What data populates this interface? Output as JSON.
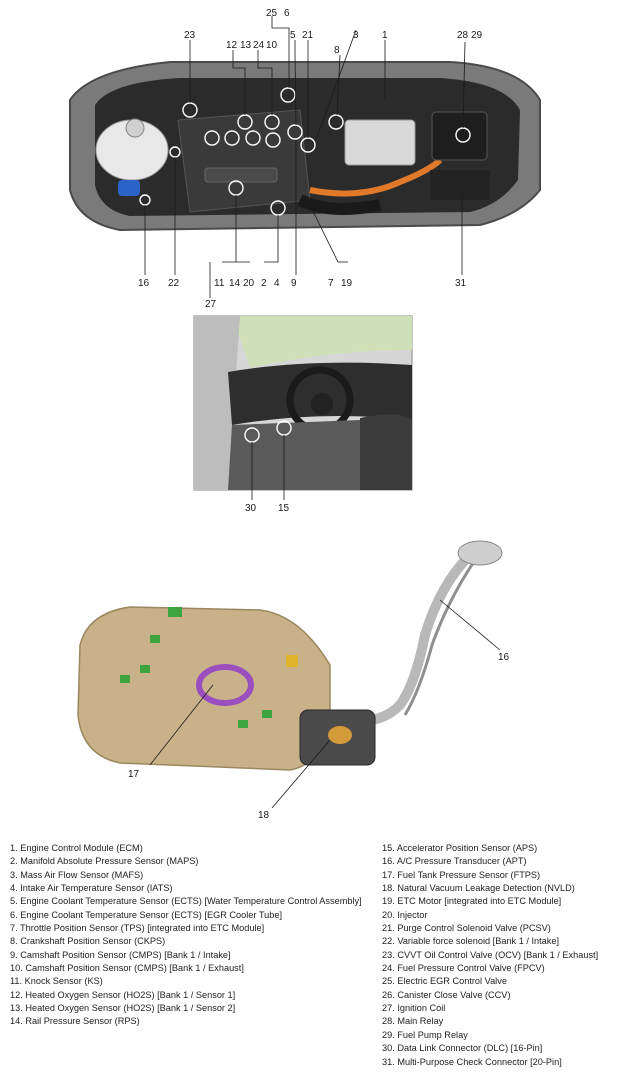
{
  "engine_callouts": {
    "c25": "25",
    "c6": "6",
    "c23": "23",
    "c12": "12",
    "c13": "13",
    "c24": "24",
    "c10": "10",
    "c5": "5",
    "c21": "21",
    "c3": "3",
    "c1": "1",
    "c8": "8",
    "c28": "28",
    "c29": "29",
    "c16": "16",
    "c22": "22",
    "c11": "11",
    "c14": "14",
    "c20": "20",
    "c2": "2",
    "c4": "4",
    "c9": "9",
    "c7": "7",
    "c19": "19",
    "c31": "31",
    "c27": "27"
  },
  "interior_callouts": {
    "c30": "30",
    "c15": "15"
  },
  "tank_callouts": {
    "c16": "16",
    "c17": "17",
    "c18": "18"
  },
  "legend_left": [
    "1. Engine Control Module (ECM)",
    "2. Manifold Absolute Pressure Sensor (MAPS)",
    "3. Mass Air Flow Sensor (MAFS)",
    "4. Intake Air Temperature Sensor (IATS)",
    "5. Engine Coolant Temperature Sensor (ECTS) [Water Temperature Control Assembly]",
    "6. Engine Coolant Temperature Sensor (ECTS) [EGR Cooler Tube]",
    "7. Throttle Position Sensor (TPS) [integrated into ETC Module]",
    "8. Crankshaft Position Sensor (CKPS)",
    "9. Camshaft Position Sensor (CMPS) [Bank 1 / Intake]",
    "10. Camshaft Position Sensor (CMPS) [Bank 1 / Exhaust]",
    "11. Knock Sensor (KS)",
    "12. Heated Oxygen Sensor (HO2S) [Bank 1 / Sensor 1]",
    "13. Heated Oxygen Sensor (HO2S) [Bank 1 / Sensor 2]",
    "14. Rail Pressure Sensor (RPS)"
  ],
  "legend_right": [
    "15. Accelerator Position Sensor (APS)",
    "16. A/C Pressure Transducer (APT)",
    "17. Fuel Tank Pressure Sensor (FTPS)",
    "18. Natural Vacuum Leakage Detection (NVLD)",
    "19. ETC Motor [integrated into ETC Module]",
    "20. Injector",
    "21. Purge Control Solenoid Valve (PCSV)",
    "22. Variable force solenoid [Bank 1 / Intake]",
    "23. CVVT Oil Control Valve (OCV) [Bank 1 / Exhaust]",
    "24. Fuel Pressure Control Valve (FPCV)",
    "25. Electric EGR Control Valve",
    "26. Canister Close Valve (CCV)",
    "27. Ignition Coil",
    "28. Main Relay",
    "29. Fuel Pump Relay",
    "30. Data Link Connector (DLC) [16-Pin]",
    "31. Multi-Purpose Check Connector [20-Pin]"
  ],
  "colors": {
    "engine_bay_dark": "#2b2b2b",
    "engine_cover": "#3a3a3a",
    "hood_frame": "#6b6b6b",
    "orange_cable": "#e07a2a",
    "coolant_reservoir": "#e8e8e8",
    "tank_body": "#c9b28a",
    "green_connector": "#3fa33f",
    "purple_ring": "#9b4fbf",
    "canister": "#4a4a4a",
    "callout_circle": "#ffffff"
  }
}
